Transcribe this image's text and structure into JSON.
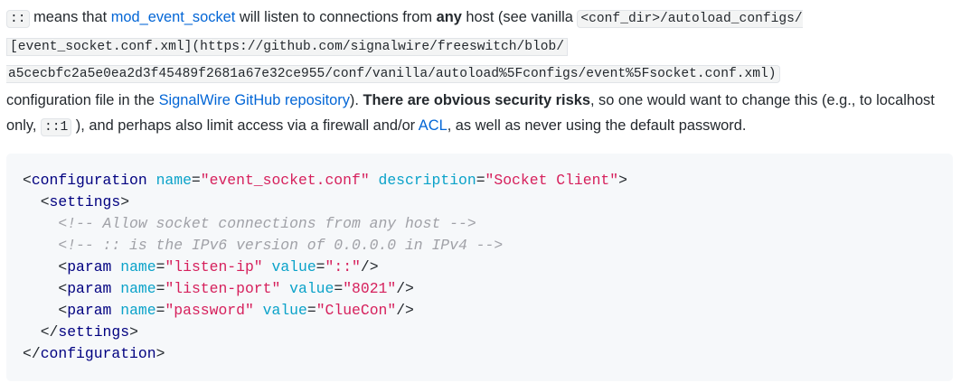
{
  "paragraph": {
    "code_colons": "::",
    "t1": " means that ",
    "link_module": "mod_event_socket",
    "t2": " will listen to connections from ",
    "bold_any": "any",
    "t3": " host (see vanilla ",
    "code_path_1": "<conf_dir>/autoload_configs/",
    "code_path_2": "[event_socket.conf.xml](https://github.com/signalwire/freeswitch/blob/",
    "code_path_3": "a5cecbfc2a5e0ea2d3f45489f2681a67e32ce955/conf/vanilla/autoload%5Fconfigs/event%5Fsocket.conf.xml)",
    "t4": "configuration file in the ",
    "link_repo": "SignalWire GitHub repository",
    "t5": "). ",
    "bold_risks": "There are obvious security risks",
    "t6": ", so one would want to change this (e.g., to localhost only, ",
    "code_ipv6": "::1",
    "t7": " ), and perhaps also limit access via a firewall and/or ",
    "link_acl": "ACL",
    "t8": ", as well as never using the default password."
  },
  "code": {
    "lines": [
      {
        "indent": "",
        "kind": "open",
        "tag": "configuration",
        "attrs": [
          [
            "name",
            "event_socket.conf"
          ],
          [
            "description",
            "Socket Client"
          ]
        ]
      },
      {
        "indent": "  ",
        "kind": "open",
        "tag": "settings",
        "attrs": []
      },
      {
        "indent": "    ",
        "kind": "comment",
        "text": "<!-- Allow socket connections from any host -->"
      },
      {
        "indent": "    ",
        "kind": "comment",
        "text": "<!-- :: is the IPv6 version of 0.0.0.0 in IPv4 -->"
      },
      {
        "indent": "    ",
        "kind": "selfclose",
        "tag": "param",
        "attrs": [
          [
            "name",
            "listen-ip"
          ],
          [
            "value",
            "::"
          ]
        ]
      },
      {
        "indent": "    ",
        "kind": "selfclose",
        "tag": "param",
        "attrs": [
          [
            "name",
            "listen-port"
          ],
          [
            "value",
            "8021"
          ]
        ]
      },
      {
        "indent": "    ",
        "kind": "selfclose",
        "tag": "param",
        "attrs": [
          [
            "name",
            "password"
          ],
          [
            "value",
            "ClueCon"
          ]
        ]
      },
      {
        "indent": "  ",
        "kind": "close",
        "tag": "settings"
      },
      {
        "indent": "",
        "kind": "close",
        "tag": "configuration"
      }
    ]
  }
}
